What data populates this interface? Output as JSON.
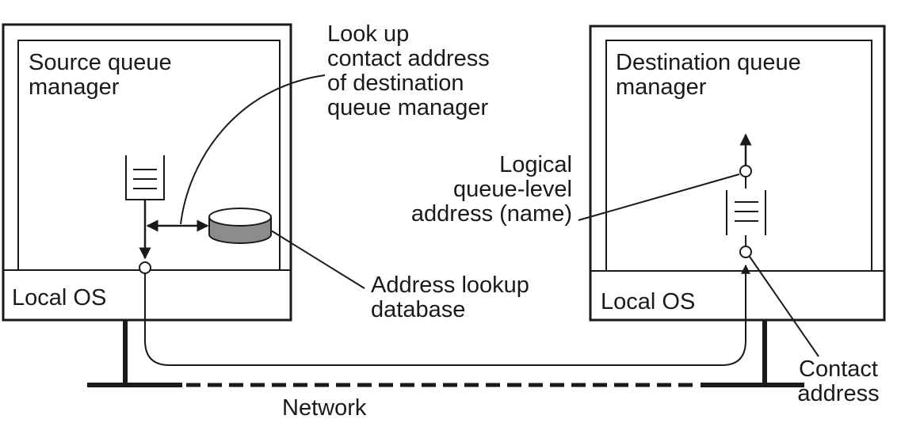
{
  "source": {
    "title": "Source queue\nmanager",
    "os_label": "Local OS"
  },
  "destination": {
    "title": "Destination queue\nmanager",
    "os_label": "Local OS"
  },
  "annotations": {
    "lookup": "Look up\ncontact address\nof destination\nqueue manager",
    "logical_address": "Logical\nqueue-level\naddress (name)",
    "address_db": "Address lookup\ndatabase",
    "contact_address": "Contact\naddress"
  },
  "network_label": "Network",
  "colors": {
    "stroke": "#1a1a1a",
    "database_fill": "#8c8c8c",
    "background": "#ffffff"
  }
}
